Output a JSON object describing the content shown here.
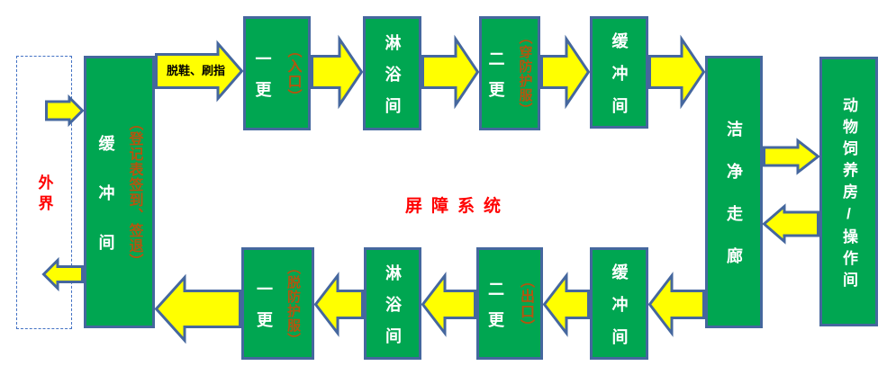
{
  "labels": {
    "outside": "外界",
    "system_title": "屏障系统",
    "entry_step": "脱鞋、刷指"
  },
  "rooms": {
    "buffer_entry": {
      "name": "缓冲间",
      "note": "（登记表签到、签退）"
    },
    "first_change_in": {
      "name": "一更",
      "note": "（入口）"
    },
    "shower_in": {
      "name": "淋浴间"
    },
    "second_change_in": {
      "name": "二更",
      "note": "（穿防护服）"
    },
    "buffer_in": {
      "name": "缓冲间"
    },
    "clean_corridor": {
      "name": "洁净走廊"
    },
    "animal_room": {
      "name": "动物饲养房/操作间"
    },
    "buffer_out": {
      "name": "缓冲间"
    },
    "second_change_out": {
      "name": "二更",
      "note": "（出口）"
    },
    "shower_out": {
      "name": "淋浴间"
    },
    "first_change_out": {
      "name": "一更",
      "note": "（脱防护服）"
    }
  },
  "colors": {
    "room_fill": "#00A651",
    "outline_blue": "#45679E",
    "arrow_yellow": "#FFFF00",
    "note_orange": "#B4540E",
    "accent_red": "#FF0000",
    "room_text_white": "#FFFFFF",
    "step_label_black": "#000000"
  }
}
